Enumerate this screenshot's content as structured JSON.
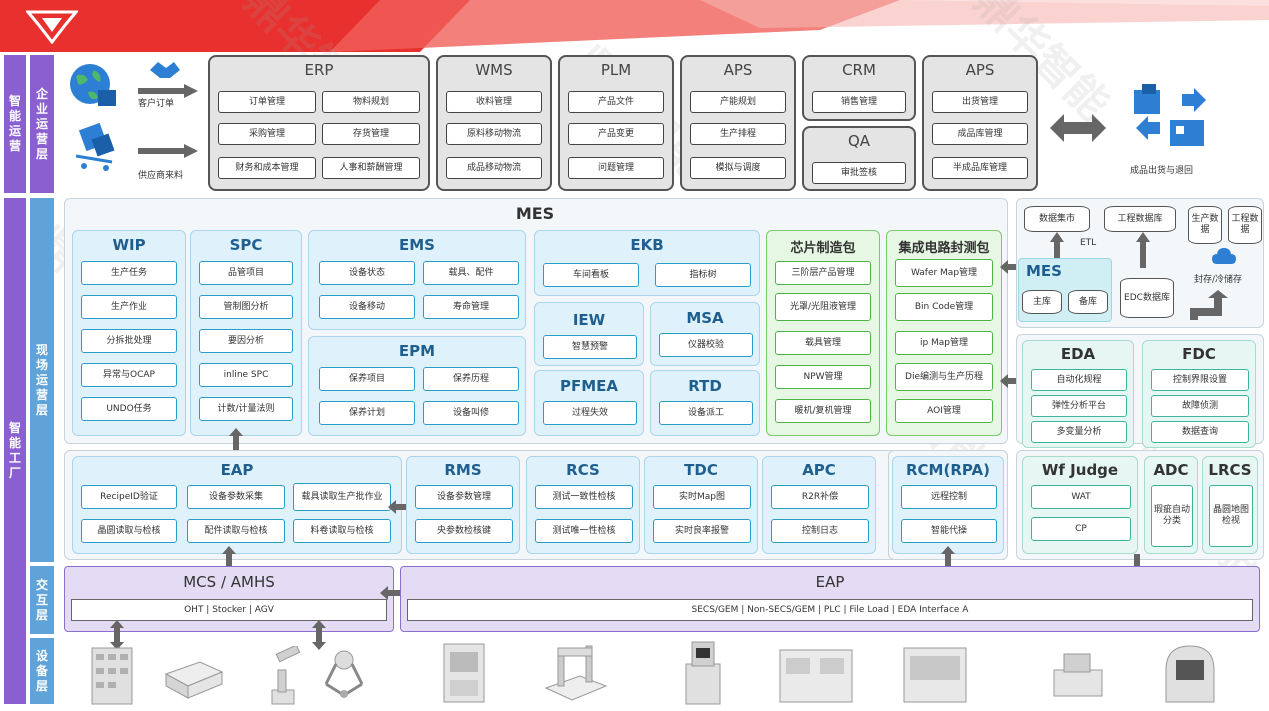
{
  "side_labels": {
    "top_outer": "智能运营",
    "top_inner": "企业运营层",
    "factory_outer": "智能工厂",
    "site": "现场运营层",
    "interact": "交互层",
    "device": "设备层"
  },
  "left_icons": {
    "customer_order": "客户订单",
    "supplier": "供应商来料"
  },
  "right_icons": {
    "label": "成品出货与退回"
  },
  "enterprise": [
    {
      "title": "ERP",
      "items": [
        "订单管理",
        "物料规划",
        "采购管理",
        "存货管理",
        "财务和成本管理",
        "人事和薪酬管理"
      ]
    },
    {
      "title": "WMS",
      "items": [
        "收料管理",
        "原料移动物流",
        "成品移动物流"
      ]
    },
    {
      "title": "PLM",
      "items": [
        "产品文件",
        "产品变更",
        "问题管理"
      ]
    },
    {
      "title": "APS",
      "items": [
        "产能规划",
        "生产排程",
        "模拟与调度"
      ]
    },
    {
      "title": "CRM",
      "items": [
        "销售管理"
      ]
    },
    {
      "title": "QA",
      "items": [
        "审批签核"
      ]
    },
    {
      "title": "APS",
      "items": [
        "出货管理",
        "成品库管理",
        "半成品库管理"
      ]
    }
  ],
  "mes_title": "MES",
  "wip": {
    "title": "WIP",
    "items": [
      "生产任务",
      "生产作业",
      "分拆批处理",
      "异常与OCAP",
      "UNDO任务"
    ]
  },
  "spc": {
    "title": "SPC",
    "items": [
      "品管项目",
      "管制图分析",
      "要因分析",
      "inline SPC",
      "计数/计量法则"
    ]
  },
  "ems": {
    "title": "EMS",
    "items": [
      "设备状态",
      "载具、配件",
      "设备移动",
      "寿命管理"
    ]
  },
  "epm": {
    "title": "EPM",
    "items": [
      "保养项目",
      "保养历程",
      "保养计划",
      "设备叫修"
    ]
  },
  "ekb": {
    "title": "EKB",
    "items": [
      "车间看板",
      "指标树"
    ]
  },
  "iew": {
    "title": "IEW",
    "items": [
      "智慧预警"
    ]
  },
  "msa": {
    "title": "MSA",
    "items": [
      "仪器校验"
    ]
  },
  "pfmea": {
    "title": "PFMEA",
    "items": [
      "过程失效"
    ]
  },
  "rtd": {
    "title": "RTD",
    "items": [
      "设备派工"
    ]
  },
  "chip": {
    "title": "芯片制造包",
    "items": [
      "三阶层产品管理",
      "光罩/光阻液管理",
      "载具管理",
      "NPW管理",
      "暖机/复机管理"
    ]
  },
  "ic": {
    "title": "集成电路封测包",
    "items": [
      "Wafer Map管理",
      "Bin Code管理",
      "ip Map管理",
      "Die编测与生产历程",
      "AOI管理"
    ]
  },
  "data_area": {
    "data_mart": "数据集市",
    "eng_db": "工程数据库",
    "etl": "ETL",
    "prod_data": "生产数据",
    "eng_data": "工程数据",
    "mes": "MES",
    "main_db": "主库",
    "backup_db": "备库",
    "edc": "EDC数据库",
    "archive": "封存/冷储存"
  },
  "eda": {
    "title": "EDA",
    "items": [
      "自动化规程",
      "弹性分析平台",
      "多变量分析"
    ]
  },
  "fdc": {
    "title": "FDC",
    "items": [
      "控制界限设置",
      "故障侦测",
      "数据查询"
    ]
  },
  "eap": {
    "title": "EAP",
    "items": [
      "RecipeID验证",
      "设备参数采集",
      "载具读取生产批作业",
      "晶圆读取与检核",
      "配件读取与检核",
      "料卷读取与检核"
    ]
  },
  "rms": {
    "title": "RMS",
    "items": [
      "设备参数管理",
      "央参数检核键"
    ]
  },
  "rcs": {
    "title": "RCS",
    "items": [
      "测试一致性检核",
      "测试唯一性检核"
    ]
  },
  "tdc": {
    "title": "TDC",
    "items": [
      "实时Map图",
      "实时良率报警"
    ]
  },
  "apc": {
    "title": "APC",
    "items": [
      "R2R补偿",
      "控制日志"
    ]
  },
  "rcm": {
    "title": "RCM(RPA)",
    "items": [
      "远程控制",
      "智能代操"
    ]
  },
  "wfjudge": {
    "title": "Wf Judge",
    "items": [
      "WAT",
      "CP"
    ]
  },
  "adc": {
    "title": "ADC",
    "items": [
      "瑕疵自动分类"
    ]
  },
  "lrcs": {
    "title": "LRCS",
    "items": [
      "晶圆地图检视"
    ]
  },
  "mcs": {
    "title": "MCS / AMHS",
    "strip": "OHT | Stocker | AGV"
  },
  "eap_bus": {
    "title": "EAP",
    "strip": "SECS/GEM | Non-SECS/GEM | PLC | File Load | EDA Interface A"
  },
  "colors": {
    "purple": "#8a5fd0",
    "blue_side": "#5fa3d8",
    "gray_border": "#555555",
    "blue_border": "#2b9cc9",
    "green_border": "#4eb442",
    "teal_border": "#3fb49a",
    "bus_purple": "#8a6fcf",
    "top_red": "#e8312e"
  }
}
